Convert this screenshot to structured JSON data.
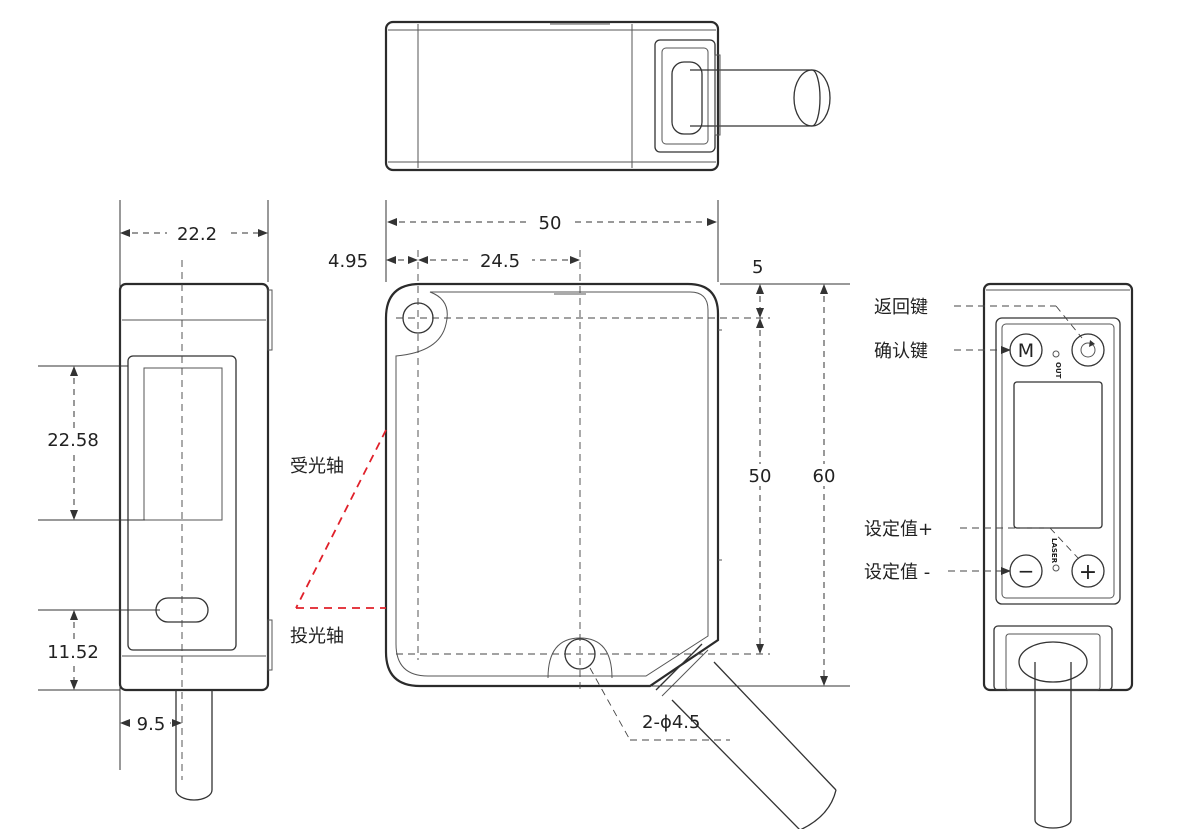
{
  "dimensions": {
    "width_22_2": "22.2",
    "height_22_58": "22.58",
    "height_11_52": "11.52",
    "offset_9_5": "9.5",
    "width_50": "50",
    "offset_4_95": "4.95",
    "offset_24_5": "24.5",
    "offset_5": "5",
    "height_50": "50",
    "height_60": "60",
    "holes": "2-ϕ4.5"
  },
  "axis_labels": {
    "receive": "受光轴",
    "emit": "投光轴"
  },
  "buttons": {
    "return": "返回键",
    "confirm": "确认键",
    "plus": "设定值+",
    "minus": "设定值 -"
  },
  "indicators": {
    "out": "OUT",
    "laser": "LASER"
  },
  "button_glyphs": {
    "m": "M",
    "plus": "+",
    "minus": "−"
  },
  "colors": {
    "outline": "#2b2b2b",
    "axis_line": "#e0202a"
  }
}
